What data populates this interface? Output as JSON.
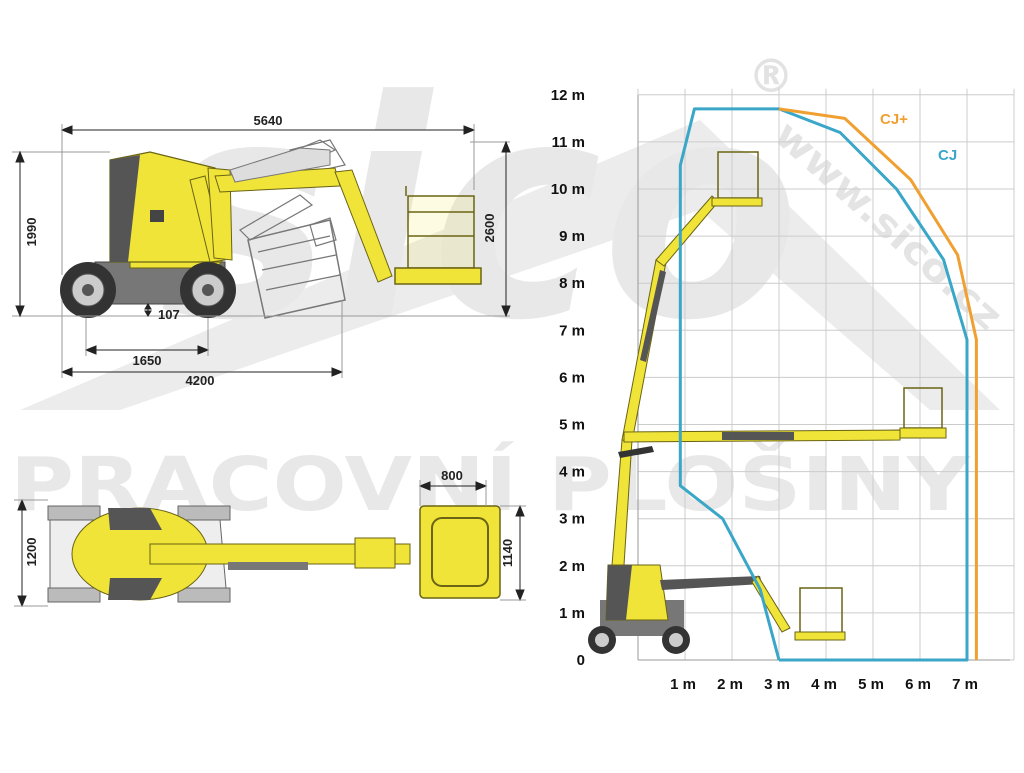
{
  "watermark": {
    "logo": "sico",
    "registered": "®",
    "tagline": "PRACOVNÍ PLOŠINY",
    "website": "www.sico.cz",
    "color": "#e6e6e6"
  },
  "colors": {
    "machine_yellow": "#f0e438",
    "machine_outline": "#6a6414",
    "cab_dark": "#555555",
    "tire": "#333333",
    "grid": "#cccccc",
    "dimension_line": "#222222",
    "cj": "#3aa6c8",
    "cj_plus": "#f0a030"
  },
  "side_view": {
    "dimensions": {
      "overall_length": "5640",
      "stowed_height": "1990",
      "max_height": "2600",
      "ground_clearance": "107",
      "wheelbase": "1650",
      "chassis_length": "4200"
    }
  },
  "top_view": {
    "dimensions": {
      "width": "1200",
      "platform_width": "800",
      "platform_length": "1140"
    }
  },
  "chart_data": {
    "type": "diagram",
    "y_ticks": [
      "0",
      "1 m",
      "2 m",
      "3 m",
      "4 m",
      "5 m",
      "6 m",
      "7 m",
      "8 m",
      "9 m",
      "10 m",
      "11 m",
      "12 m"
    ],
    "x_ticks": [
      "1 m",
      "2 m",
      "3 m",
      "4 m",
      "5 m",
      "6 m",
      "7 m"
    ],
    "ylim": [
      0,
      12
    ],
    "xlim": [
      0,
      8
    ],
    "grid": true,
    "envelopes": [
      {
        "name": "CJ",
        "color": "#3aa6c8",
        "points": [
          [
            3.0,
            0
          ],
          [
            7.0,
            0
          ],
          [
            7.0,
            6.8
          ],
          [
            6.5,
            8.5
          ],
          [
            5.5,
            10
          ],
          [
            4.3,
            11.2
          ],
          [
            3.0,
            11.7
          ],
          [
            1.2,
            11.7
          ],
          [
            0.9,
            10.5
          ],
          [
            0.9,
            3.7
          ],
          [
            1.8,
            3.0
          ],
          [
            2.6,
            1.5
          ],
          [
            3.0,
            0
          ]
        ]
      },
      {
        "name": "CJ+",
        "color": "#f0a030",
        "points": [
          [
            3.0,
            11.7
          ],
          [
            4.4,
            11.5
          ],
          [
            5.8,
            10.2
          ],
          [
            6.8,
            8.6
          ],
          [
            7.2,
            6.8
          ],
          [
            7.2,
            0
          ]
        ]
      }
    ],
    "legend_labels": [
      "CJ+",
      "CJ"
    ]
  }
}
